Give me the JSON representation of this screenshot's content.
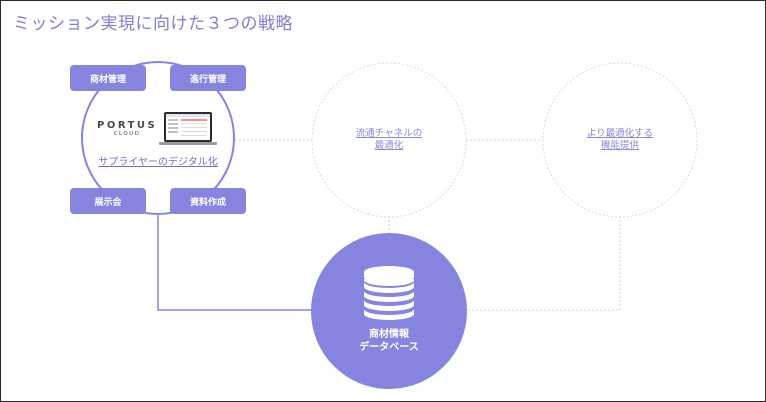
{
  "title": "ミッション実現に向けた３つの戦略",
  "pills": {
    "product_management": "商材管理",
    "progress_management": "進行管理",
    "exhibition": "展示会",
    "document_creation": "資料作成"
  },
  "logo": {
    "brand": "PORTUS",
    "sub": "CLOUD"
  },
  "supplier_dx_label": "サプライヤーのデジタル化",
  "strategy2": {
    "line1": "流通チャネルの",
    "line2": "最適化"
  },
  "strategy3": {
    "line1": "より最適化する",
    "line2": "機能提供"
  },
  "database": {
    "line1": "商材情報",
    "line2": "データベース"
  },
  "colors": {
    "accent": "#8585e0",
    "title": "#7f7fd6",
    "dashed": "#d4d4d4"
  }
}
